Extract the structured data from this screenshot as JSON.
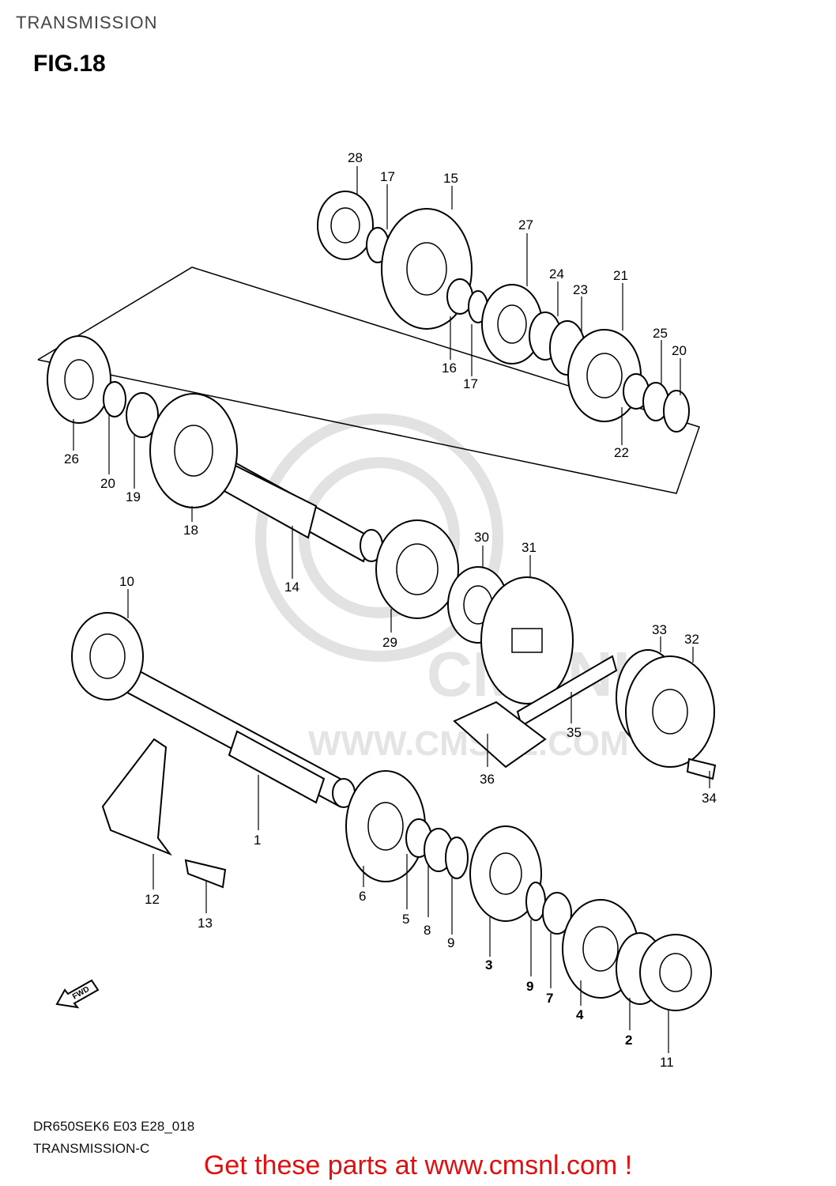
{
  "header": {
    "section_title": "TRANSMISSION",
    "figure": "FIG.18"
  },
  "watermark": {
    "text": "WWW.CMSNL.COM",
    "logo": "CMSNL"
  },
  "fwd_label": "FWD",
  "callouts": [
    {
      "id": "c1",
      "num": "1",
      "bold": false
    },
    {
      "id": "c2",
      "num": "2",
      "bold": true
    },
    {
      "id": "c3",
      "num": "3",
      "bold": true
    },
    {
      "id": "c4",
      "num": "4",
      "bold": true
    },
    {
      "id": "c5",
      "num": "5",
      "bold": false
    },
    {
      "id": "c6",
      "num": "6",
      "bold": false
    },
    {
      "id": "c7",
      "num": "7",
      "bold": true
    },
    {
      "id": "c8",
      "num": "8",
      "bold": false
    },
    {
      "id": "c9a",
      "num": "9",
      "bold": false
    },
    {
      "id": "c9b",
      "num": "9",
      "bold": true
    },
    {
      "id": "c10",
      "num": "10",
      "bold": false
    },
    {
      "id": "c11",
      "num": "11",
      "bold": false
    },
    {
      "id": "c12",
      "num": "12",
      "bold": false
    },
    {
      "id": "c13",
      "num": "13",
      "bold": false
    },
    {
      "id": "c14",
      "num": "14",
      "bold": false
    },
    {
      "id": "c15",
      "num": "15",
      "bold": false
    },
    {
      "id": "c16",
      "num": "16",
      "bold": false
    },
    {
      "id": "c17a",
      "num": "17",
      "bold": false
    },
    {
      "id": "c17b",
      "num": "17",
      "bold": false
    },
    {
      "id": "c18",
      "num": "18",
      "bold": false
    },
    {
      "id": "c19",
      "num": "19",
      "bold": false
    },
    {
      "id": "c20a",
      "num": "20",
      "bold": false
    },
    {
      "id": "c20b",
      "num": "20",
      "bold": false
    },
    {
      "id": "c21",
      "num": "21",
      "bold": false
    },
    {
      "id": "c22",
      "num": "22",
      "bold": false
    },
    {
      "id": "c23",
      "num": "23",
      "bold": false
    },
    {
      "id": "c24",
      "num": "24",
      "bold": false
    },
    {
      "id": "c25",
      "num": "25",
      "bold": false
    },
    {
      "id": "c26",
      "num": "26",
      "bold": false
    },
    {
      "id": "c27",
      "num": "27",
      "bold": false
    },
    {
      "id": "c28",
      "num": "28",
      "bold": false
    },
    {
      "id": "c29",
      "num": "29",
      "bold": false
    },
    {
      "id": "c30",
      "num": "30",
      "bold": false
    },
    {
      "id": "c31",
      "num": "31",
      "bold": false
    },
    {
      "id": "c32",
      "num": "32",
      "bold": false
    },
    {
      "id": "c33",
      "num": "33",
      "bold": false
    },
    {
      "id": "c34",
      "num": "34",
      "bold": false
    },
    {
      "id": "c35",
      "num": "35",
      "bold": false
    },
    {
      "id": "c36",
      "num": "36",
      "bold": false
    }
  ],
  "footer": {
    "model_code": "DR650SEK6 E03 E28_018",
    "diagram_name": "TRANSMISSION-C",
    "cta": "Get these parts at www.cmsnl.com !"
  }
}
